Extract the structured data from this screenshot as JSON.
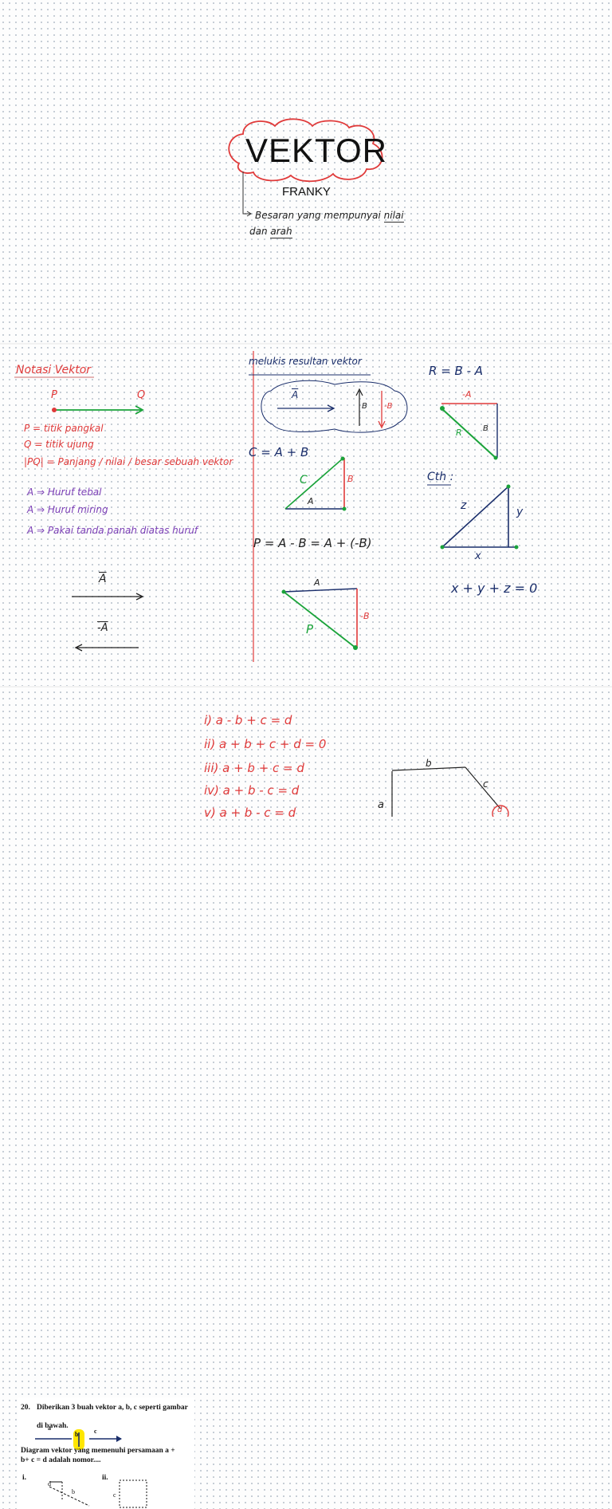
{
  "header": {
    "title": "VEKTOR",
    "author": "FRANKY",
    "definition": {
      "line1_prefix": "Besaran yang mempunyai ",
      "line1_em": "nilai",
      "line2_prefix": "dan ",
      "line2_em": "arah"
    }
  },
  "notasi": {
    "heading": "Notasi Vektor",
    "p": "P",
    "q": "Q",
    "p_def": "P = titik pangkal",
    "q_def": "Q = titik ujung",
    "pq_def": "|PQ| = Panjang / nilai / besar sebuah vektor",
    "bold_def": "A ⇒ Huruf tebal",
    "italic_def": "A ⇒ Huruf miring",
    "arrow_def": "A ⇒ Pakai tanda panah diatas huruf",
    "vec_a": "A",
    "vec_neg_a": "-A"
  },
  "melukis": {
    "heading": "melukis resultan vektor",
    "cloud_a": "A",
    "cloud_b": "B",
    "cloud_neg_b": "-B",
    "eq_c": "C = A + B",
    "tri1_c": "C",
    "tri1_a": "A",
    "tri1_b": "B",
    "eq_p": "P = A - B = A + (-B)",
    "tri2_a": "A",
    "tri2_neg_b": "-B",
    "tri2_p": "P"
  },
  "right": {
    "eq_r": "R = B - A",
    "neg_a": "-A",
    "r": "R",
    "b": "B",
    "cth": "Cth :",
    "z": "z",
    "y": "y",
    "x": "x",
    "eq_xyz": "x + y + z = 0"
  },
  "question": {
    "number": "20.",
    "text1": "Diberikan 3 buah vektor a, b, c seperti gambar",
    "text2": "di bawah.",
    "lbl_a": "a",
    "lbl_b": "b",
    "lbl_c": "c",
    "text3": "Diagram vektor yang memenuhi persamaan a +",
    "text4": "b+ c = d adalah nomor....",
    "opt_i": "i.",
    "opt_ii": "ii.",
    "sub_d": "d",
    "sub_b": "b",
    "sub_c": "c"
  },
  "answers": [
    "i)   a - b + c = d",
    "ii)  a + b + c + d = 0",
    "iii)   a + b + c = d",
    "iv)   a + b - c = d",
    "v)   a + b - c = d"
  ],
  "diagram": {
    "a": "a",
    "b": "b",
    "c": "c",
    "d": "d"
  },
  "colors": {
    "red": "#e03a3a",
    "green": "#1aa33a",
    "blue": "#1a2e6b",
    "purple": "#7b3fb6"
  }
}
